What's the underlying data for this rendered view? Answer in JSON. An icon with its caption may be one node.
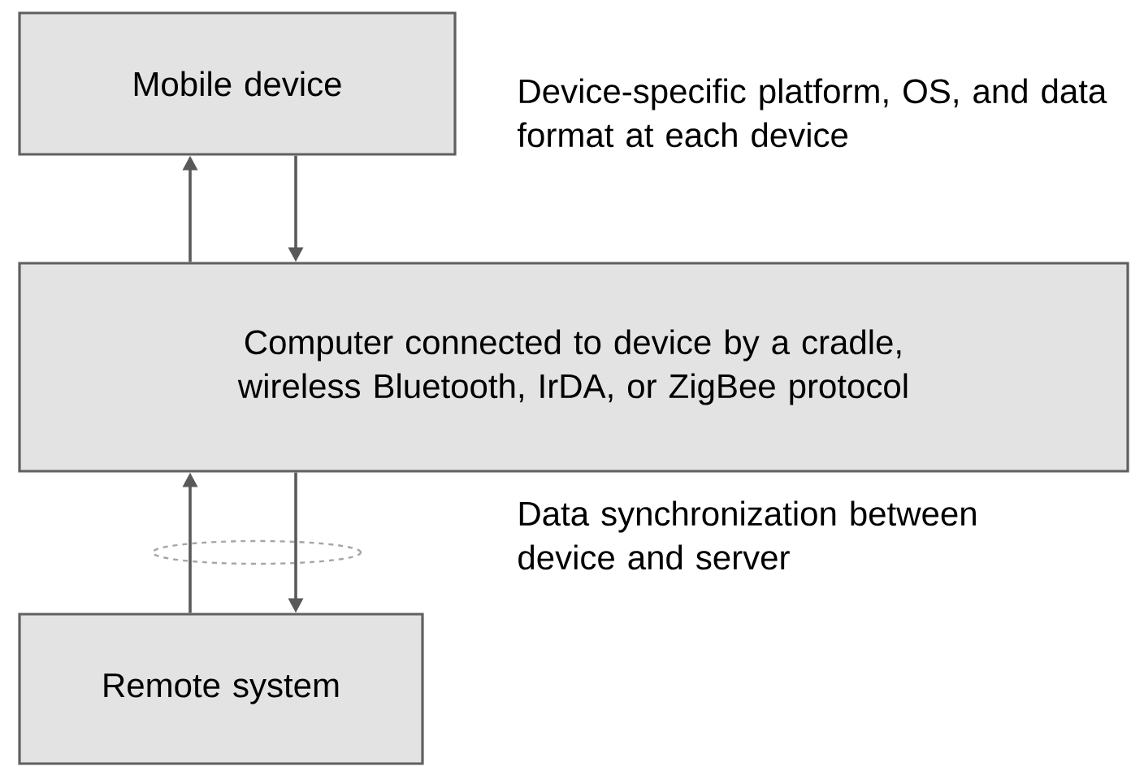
{
  "diagram": {
    "nodes": [
      {
        "text": [
          "Mobile device"
        ]
      },
      {
        "text": [
          "Computer connected to device by a cradle, wireless Bluetooth, IrDA, or ZigBee protocol"
        ]
      },
      {
        "text": [
          "Remote system"
        ]
      }
    ],
    "edges": [
      {
        "from": 1,
        "to": 0,
        "arrow": "to"
      },
      {
        "from": 0,
        "to": 1,
        "arrow": "to"
      },
      {
        "from": 2,
        "to": 1,
        "arrow": "to"
      },
      {
        "from": 1,
        "to": 2,
        "arrow": "to"
      }
    ],
    "labels": [
      "Device-specific platform, OS, and data format at each device",
      "Data synchronization between device and server"
    ]
  }
}
